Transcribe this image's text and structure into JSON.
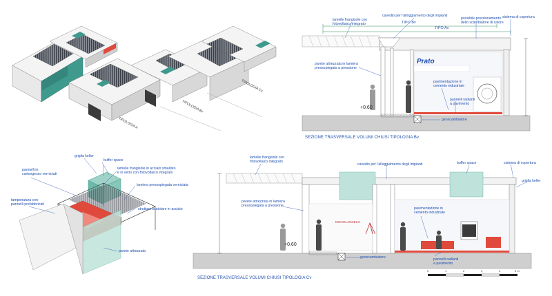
{
  "section_b": {
    "tipo_b": "TIPO Bv",
    "tipo_a": "TIPO Av",
    "labels": {
      "lamelle": "lamelle frangisole con\nfotovoltaico integrato",
      "cavedio": "cavedio per l'alloggiamento degli impianti",
      "possibile": "possibile posizionamento\ndello scambiatore di calore",
      "sistema": "sistema di copertura",
      "parete": "parete attrezzata in lamiera\npressopiegata a pressione",
      "pavimentazione": "pavimentazione in\ncemento industriale",
      "pannelli": "pannelli radianti\na pavimento",
      "geoscambiatore": "geoscambiatore"
    },
    "level": "+0.60",
    "sign_text": "Prato",
    "title": "SEZIONE TRASVERSALE VOLUMI CHIUSI TIPOLOGIA Bv"
  },
  "section_c": {
    "labels": {
      "lamelle": "lamelle frangisole con\nfotovoltaico integrato",
      "cavedio": "cavedio per l'alloggiamento degli impianti",
      "buffer": "buffer space",
      "sistema": "sistema di copertura",
      "griglia": "griglia keller",
      "parete": "parete attrezzata in lamiera\npressopiegata a pressione",
      "pavimentazione": "pavimentazione in\ncemento industriale",
      "pannelli": "pannelli radianti\na pavimento",
      "geoscambiatore": "geoscambiatore"
    },
    "level": "+0.60",
    "shop_text": "MICHELANGELO",
    "title": "SEZIONE TRASVERSALE VOLUMI CHIUSI TIPOLOGIA Cv",
    "scale_ticks": [
      "0",
      "1",
      "2",
      "3",
      "4",
      "5 m"
    ]
  },
  "axo_top": {
    "tipologia_c": "TIPOLOGIA Cv",
    "tipologia_b": "TIPOLOGIA Bv",
    "tipologia_a": "TIPOLOGIA A"
  },
  "exploded": {
    "griglia": "griglia keller",
    "buffer": "buffer space",
    "pannelli_cartongesso": "pannelli in\ncartongesso verniciati",
    "lamelle_acciaio": "lamelle frangisole in acciaio smaltato\ne in vetro con fotovoltaico integrato",
    "lamiera": "lamiera pressopiegata verniciata",
    "tamponatura": "tamponatura con\npannelli prefabbricati",
    "struttura": "struttura scatolare in acciaio",
    "parete": "parete attrezzata"
  },
  "colors": {
    "label_blue": "#1f4fae",
    "teal": "#3f9a8e",
    "red": "#e04a3c",
    "green_dim": "#2e8b57"
  }
}
